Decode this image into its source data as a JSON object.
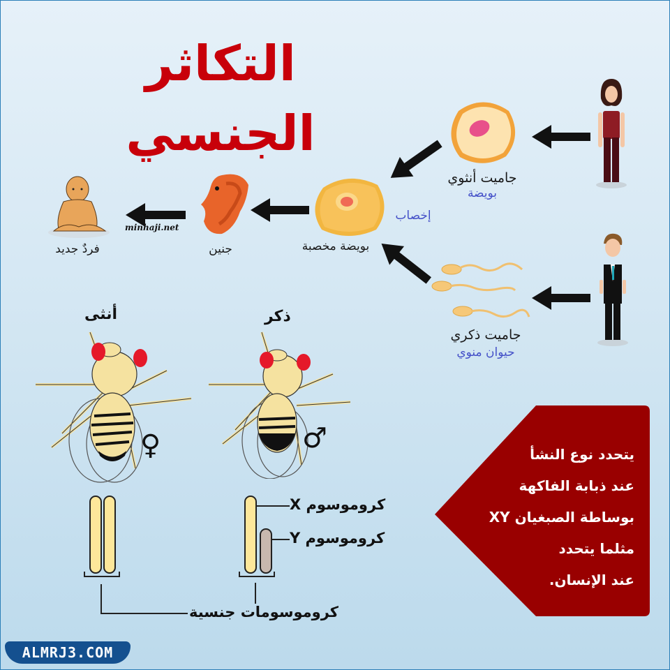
{
  "title": "التكاثر الجنسي",
  "process": {
    "female_gamete": {
      "label": "جاميت أنثوي",
      "sublabel": "بويضة"
    },
    "male_gamete": {
      "label": "جاميت ذكري",
      "sublabel": "حيوان منوي"
    },
    "fertilization": "إخصاب",
    "zygote": "بويضة مخصبة",
    "embryo": "جنين",
    "new_individual": "فردٌ جديد",
    "watermark": "minhaji.net"
  },
  "flies": {
    "female": {
      "heading": "أنثى",
      "symbol": "♀"
    },
    "male": {
      "heading": "ذكر",
      "symbol": "♂"
    }
  },
  "chromosomes": {
    "x_label": "كروموسوم X",
    "y_label": "كروموسوم Y",
    "sex_chromosomes": "كروموسومات جنسية"
  },
  "callout": {
    "lines": [
      "يتحدد نوع النشأ",
      "عند ذبابة الفاكهة",
      "بوساطة الصبغيان XY",
      "مثلما يتحدد",
      "عند الإنسان."
    ],
    "color": "#990000"
  },
  "brand": "ALMRJ3.COM"
}
